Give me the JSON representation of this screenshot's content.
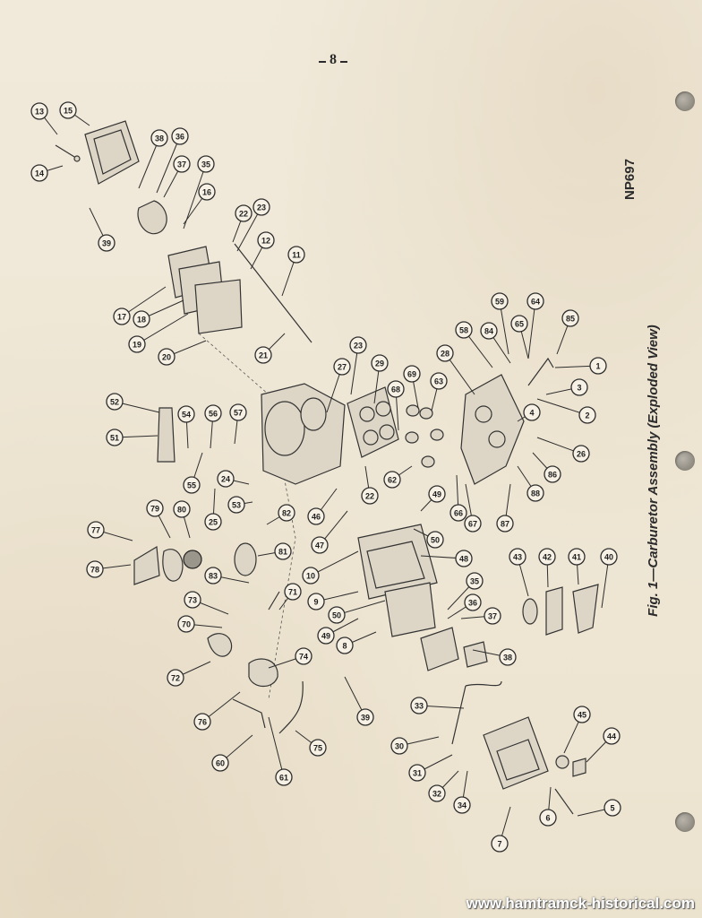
{
  "page": {
    "number": "8",
    "document_code": "NP697",
    "caption": "Fig. 1—Carburetor Assembly (Exploded View)",
    "watermark": "www.hamtramck-historical.com"
  },
  "callouts": [
    "13",
    "15",
    "14",
    "38",
    "36",
    "37",
    "35",
    "16",
    "39",
    "22",
    "23",
    "12",
    "11",
    "17",
    "18",
    "19",
    "20",
    "21",
    "52",
    "54",
    "56",
    "57",
    "51",
    "55",
    "27",
    "23",
    "29",
    "69",
    "68",
    "63",
    "22",
    "62",
    "28",
    "58",
    "59",
    "64",
    "84",
    "65",
    "85",
    "1",
    "3",
    "2",
    "4",
    "26",
    "86",
    "66",
    "67",
    "87",
    "88",
    "24",
    "53",
    "25",
    "82",
    "46",
    "47",
    "81",
    "49",
    "50",
    "77",
    "79",
    "80",
    "78",
    "83",
    "10",
    "48",
    "9",
    "35",
    "73",
    "71",
    "50",
    "36",
    "37",
    "70",
    "49",
    "8",
    "74",
    "72",
    "43",
    "42",
    "41",
    "40",
    "39",
    "38",
    "76",
    "33",
    "45",
    "44",
    "30",
    "31",
    "32",
    "34",
    "60",
    "61",
    "75",
    "6",
    "5",
    "7"
  ]
}
